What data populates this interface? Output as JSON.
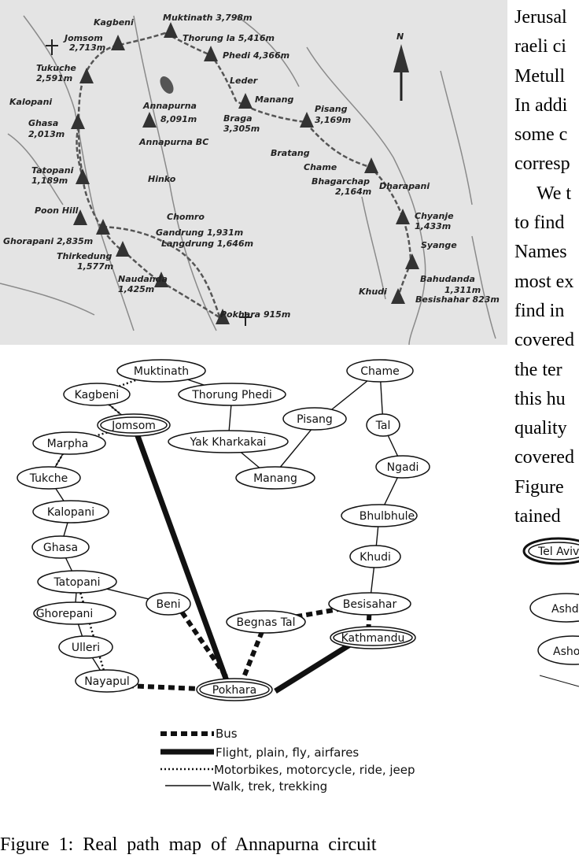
{
  "map": {
    "places": {
      "kagbeni": "Kagbeni",
      "muktinath": "Muktinath 3,798m",
      "jomsom": "Jomsom",
      "jomsom_alt": "2,713m",
      "thorung_la": "Thorung la 5,416m",
      "phedi": "Phedi 4,366m",
      "tukuche": "Tukuche",
      "tukuche_alt": "2,591m",
      "leder": "Leder",
      "kalopani": "Kalopani",
      "annapurna": "Annapurna",
      "annapurna_alt": "8,091m",
      "manang": "Manang",
      "pisang": "Pisang",
      "pisang_alt": "3,169m",
      "ghasa": "Ghasa",
      "ghasa_alt": "2,013m",
      "braga": "Braga",
      "braga_alt": "3,305m",
      "annapurna_bc": "Annapurna BC",
      "bratang": "Bratang",
      "chame": "Chame",
      "tatopani": "Tatopani",
      "tatopani_alt": "1,189m",
      "hinko": "Hinko",
      "bhagarchap": "Bhagarchap",
      "bhagarchap_alt": "2,164m",
      "dharapani": "Dharapani",
      "poon_hill": "Poon Hill",
      "chomro": "Chomro",
      "chyanje": "Chyanje",
      "chyanje_alt": "1,433m",
      "gandrung": "Gandrung 1,931m",
      "ghorapani": "Ghorapani 2,835m",
      "langdrung": "Langdrung 1,646m",
      "syange": "Syange",
      "thirkedung": "Thirkedung",
      "thirkedung_alt": "1,577m",
      "bahudanda": "Bahudanda",
      "bahudanda_alt": "1,311m",
      "khudi": "Khudi",
      "naudanda": "Naudanda",
      "naudanda_alt": "1,425m",
      "besishahar": "Besishahar 823m",
      "pokhara": "Pokhara 915m",
      "north": "N"
    }
  },
  "graph": {
    "nodes": {
      "muktinath": "Muktinath",
      "kagbeni": "Kagbeni",
      "thorung_phedi": "Thorung Phedi",
      "jomsom": "Jomsom",
      "chame": "Chame",
      "pisang": "Pisang",
      "tal": "Tal",
      "marpha": "Marpha",
      "yak_kharkakai": "Yak Kharkakai",
      "tukche": "Tukche",
      "manang": "Manang",
      "ngadi": "Ngadi",
      "kalopani": "Kalopani",
      "bhulbhule": "Bhulbhule",
      "ghasa": "Ghasa",
      "khudi": "Khudi",
      "tatopani": "Tatopani",
      "beni": "Beni",
      "besisahar": "Besisahar",
      "ghorepani": "Ghorepani",
      "begnas_tal": "Begnas Tal",
      "kathmandu": "Kathmandu",
      "ulleri": "Ulleri",
      "nayapul": "Nayapul",
      "pokhara": "Pokhara"
    },
    "legend": {
      "bus": "Bus",
      "flight": "Flight, plain, fly, airfares",
      "motorbike": "Motorbikes, motorcycle, ride, jeep",
      "walk": "Walk, trek, trekking"
    }
  },
  "caption": "Figure 1: Real path map of Annapurna circuit",
  "right_column": {
    "lines": [
      "Jerusal",
      "raeli ci",
      "Metull",
      "In addi",
      "some c",
      "corresp",
      "We t",
      "to find",
      "Names",
      "most ex",
      "find in",
      "covered",
      "the ter",
      "this hu",
      "quality",
      "covered",
      "Figure",
      "tained"
    ]
  },
  "right_figure": {
    "nodes": [
      "Tel Aviv",
      "Ashd",
      "Asho"
    ]
  }
}
